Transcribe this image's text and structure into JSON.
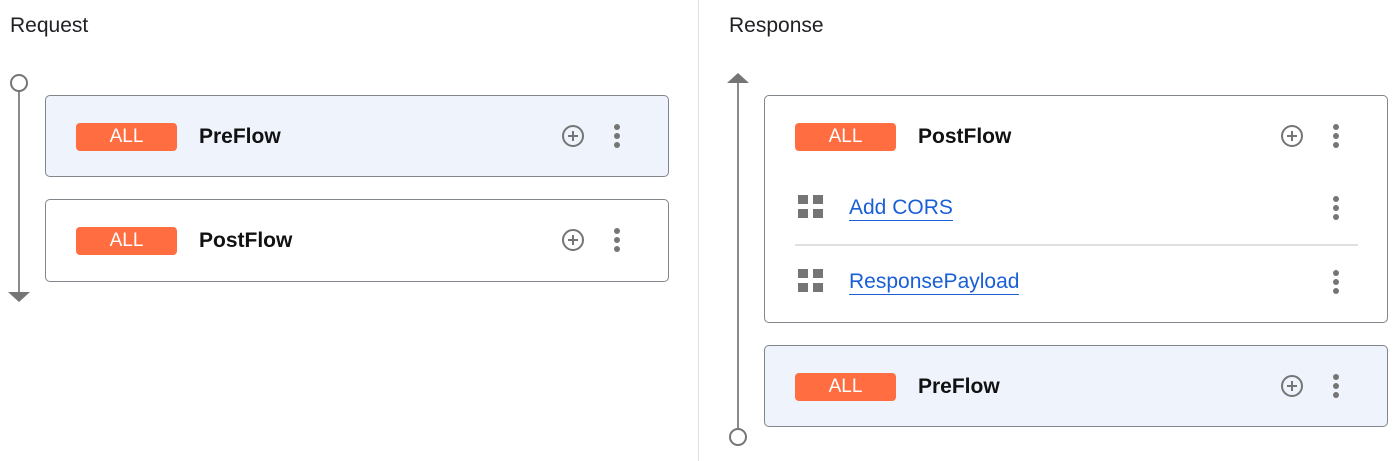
{
  "request": {
    "title": "Request",
    "flows": [
      {
        "badge": "ALL",
        "name": "PreFlow",
        "selected": true
      },
      {
        "badge": "ALL",
        "name": "PostFlow",
        "selected": false
      }
    ]
  },
  "response": {
    "title": "Response",
    "flows": [
      {
        "badge": "ALL",
        "name": "PostFlow",
        "selected": false,
        "policies": [
          "Add CORS",
          "ResponsePayload"
        ]
      },
      {
        "badge": "ALL",
        "name": "PreFlow",
        "selected": true
      }
    ]
  },
  "colors": {
    "badge": "#ff6d40",
    "selected_bg": "#eef3fc",
    "link": "#1a5fd6"
  }
}
